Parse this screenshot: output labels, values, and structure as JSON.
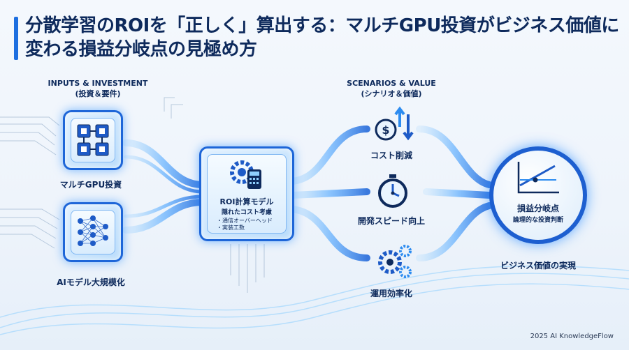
{
  "title": "分散学習のROIを「正しく」算出する：マルチGPU投資がビジネス価値に変わる損益分岐点の見極め方",
  "inputs": {
    "heading": "INPUTS & INVESTMENT",
    "subheading": "(投資＆要件)",
    "items": [
      {
        "label": "マルチGPU投資",
        "icon": "gpu-chip-icon"
      },
      {
        "label": "AIモデル大規模化",
        "icon": "neural-network-icon"
      }
    ]
  },
  "model": {
    "title": "ROI計算モデル",
    "subtitle": "隠れたコスト考慮",
    "bullets": [
      "・通信オーバーヘッド",
      "・実装工数"
    ],
    "icon": "gear-calculator-icon"
  },
  "scenarios": {
    "heading": "SCENARIOS & VALUE",
    "subheading": "(シナリオ＆価値)",
    "items": [
      {
        "label": "コスト削減",
        "icon": "coin-arrows-icon"
      },
      {
        "label": "開発スピード向上",
        "icon": "stopwatch-icon"
      },
      {
        "label": "運用効率化",
        "icon": "gears-icon"
      }
    ]
  },
  "result": {
    "title": "損益分岐点",
    "subtitle": "論理的な投資判断",
    "caption": "ビジネス価値の実現",
    "icon": "breakeven-chart-icon"
  },
  "footer": "2025 AI KnowledgeFlow",
  "colors": {
    "accent": "#1d6fe0",
    "navy": "#0e2a5c",
    "glow": "#4fb3ff"
  }
}
